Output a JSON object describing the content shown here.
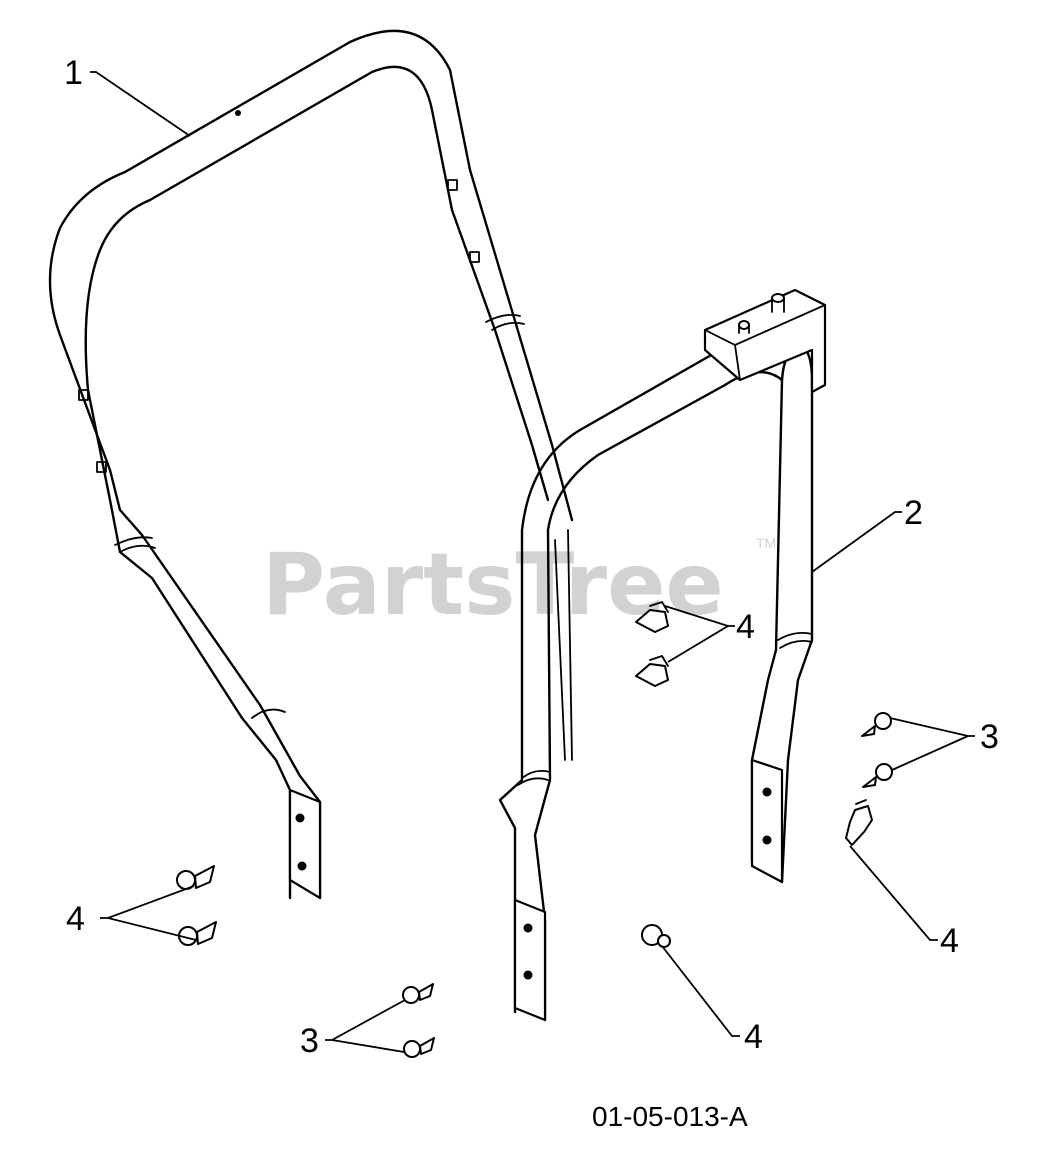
{
  "watermark": {
    "text": "PartsTree",
    "trademark": "TM"
  },
  "diagram_code": "01-05-013-A",
  "callouts": [
    {
      "id": "c1",
      "label": "1"
    },
    {
      "id": "c2",
      "label": "2"
    },
    {
      "id": "c3a",
      "label": "3"
    },
    {
      "id": "c3b",
      "label": "3"
    },
    {
      "id": "c4a",
      "label": "4"
    },
    {
      "id": "c4b",
      "label": "4"
    },
    {
      "id": "c4c",
      "label": "4"
    },
    {
      "id": "c4d",
      "label": "4"
    }
  ]
}
